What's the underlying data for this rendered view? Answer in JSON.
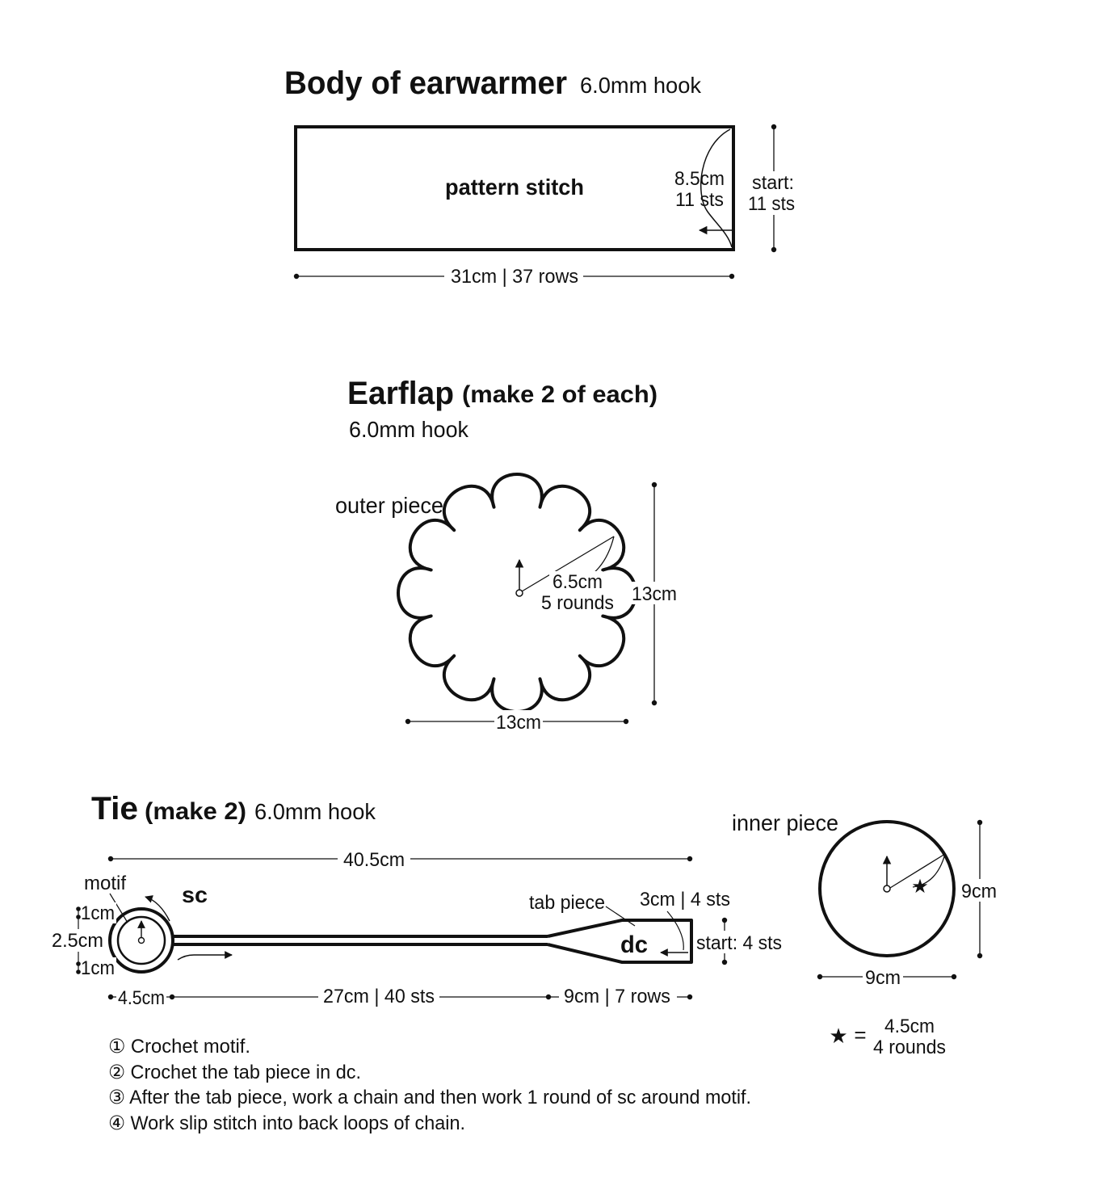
{
  "body_section": {
    "title": "Body of earwarmer",
    "hook": "6.0mm hook",
    "stitch_label": "pattern stitch",
    "inner_dim_line1": "8.5cm",
    "inner_dim_line2": "11 sts",
    "start_line1": "start:",
    "start_line2": "11 sts",
    "width_label": "31cm | 37 rows"
  },
  "earflap_section": {
    "title": "Earflap",
    "qualifier": "(make 2 of each)",
    "hook": "6.0mm hook",
    "outer_label": "outer piece",
    "radius_line1": "6.5cm",
    "radius_line2": "5 rounds",
    "height_label": "13cm",
    "width_label": "13cm",
    "inner_label": "inner piece",
    "inner_height": "9cm",
    "inner_width": "9cm",
    "star_symbol": "★",
    "star_equals": "=",
    "star_line1": "4.5cm",
    "star_line2": "4 rounds"
  },
  "tie_section": {
    "title": "Tie",
    "qualifier": "(make 2)",
    "hook": "6.0mm hook",
    "total_length": "40.5cm",
    "motif_label": "motif",
    "sc_label": "sc",
    "dc_label": "dc",
    "tab_label": "tab piece",
    "tab_dim": "3cm | 4 sts",
    "start_label": "start: 4 sts",
    "dim_1cm_top": "1cm",
    "dim_2_5cm": "2.5cm",
    "dim_1cm_bottom": "1cm",
    "seg_motif": "4.5cm",
    "seg_chain": "27cm | 40 sts",
    "seg_tab": "9cm | 7 rows"
  },
  "instructions": [
    "① Crochet motif.",
    "② Crochet the tab piece in dc.",
    "③ After the tab piece, work a chain and then work 1 round of sc around motif.",
    "④ Work slip stitch into back loops of chain."
  ]
}
